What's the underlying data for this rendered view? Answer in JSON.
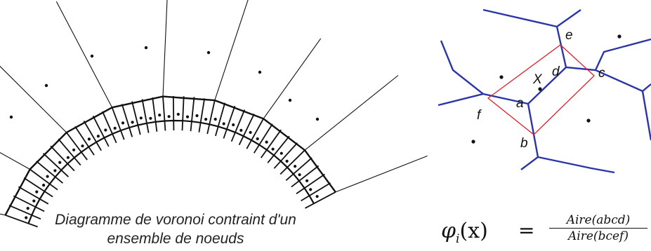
{
  "caption": {
    "line1": "Diagramme de voronoi contraint d'un",
    "line2": "ensemble de noeuds"
  },
  "formula": {
    "lhs": "φ",
    "sub": "i",
    "arg": "(x)",
    "equals": "=",
    "numerator": "Aire(abcd)",
    "denominator": "Aire(bcef)"
  },
  "labels": {
    "a": "a",
    "b": "b",
    "c": "c",
    "d": "d",
    "e": "e",
    "f": "f",
    "x": "X"
  },
  "colors": {
    "voronoi": "#2b35a8",
    "natural_cell": "#e0202a",
    "ink": "#111111"
  }
}
